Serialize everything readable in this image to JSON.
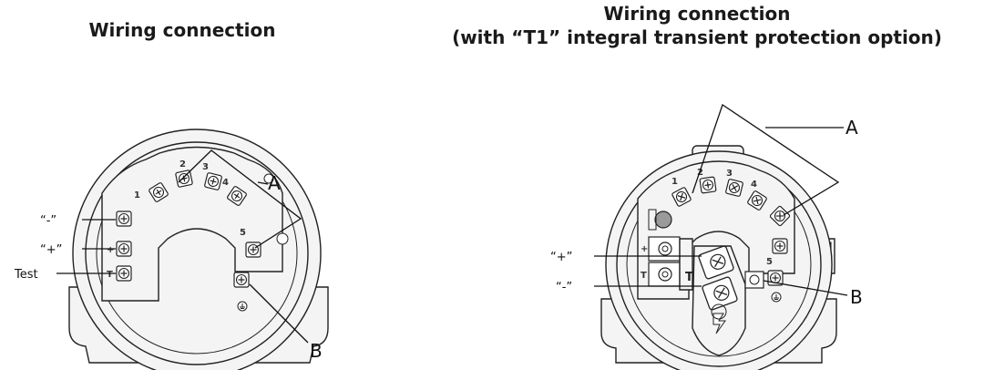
{
  "left": {
    "title": "Wiring connection",
    "labels": {
      "minus": "“-”",
      "plus": "“+”",
      "test": "Test"
    },
    "terminal_numbers": [
      "1",
      "2",
      "3",
      "4",
      "5"
    ],
    "marks": {
      "plus": "+",
      "test": "T"
    },
    "callout_a": "A",
    "callout_b": "B"
  },
  "right": {
    "title_line1": "Wiring connection",
    "title_line2": "(with “T1” integral transient protection option)",
    "labels": {
      "plus": "“+”",
      "minus": "“-”"
    },
    "terminal_numbers": [
      "1",
      "2",
      "3",
      "4",
      "5"
    ],
    "marks": {
      "plus": "+",
      "test": "T",
      "t_large": "T"
    },
    "callout_a": "A",
    "callout_b": "B"
  }
}
